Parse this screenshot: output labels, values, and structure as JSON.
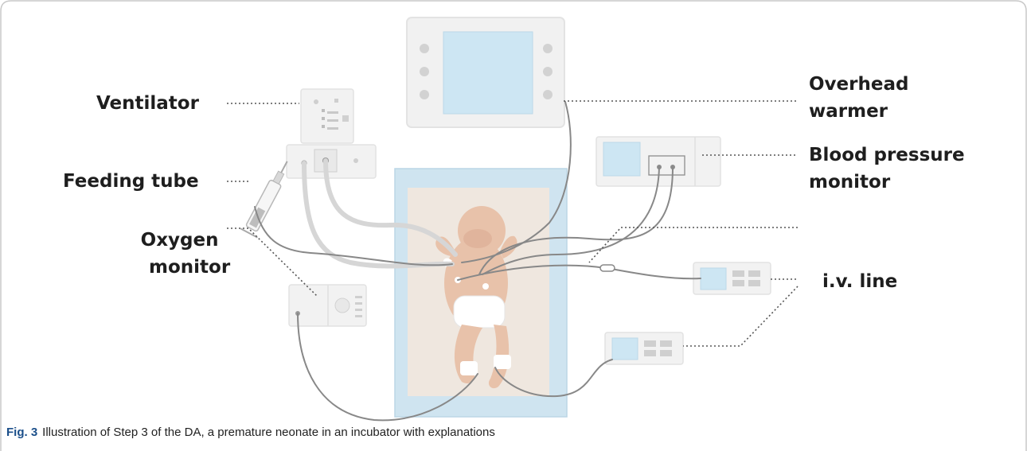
{
  "labels": {
    "ventilator": "Ventilator",
    "feeding_tube": "Feeding tube",
    "oxygen_monitor": [
      "Oxygen",
      "monitor"
    ],
    "overhead_warmer": [
      "Overhead",
      "warmer"
    ],
    "blood_pressure_monitor": [
      "Blood pressure",
      "monitor"
    ],
    "iv_line": "i.v. line"
  },
  "caption": {
    "figure": "Fig. 3",
    "text": "Illustration of Step 3 of the DA, a premature neonate in an incubator with explanations"
  },
  "colors": {
    "frame": "#c8c8c8",
    "device": "#f2f2f2",
    "device_edge": "#e2e2e2",
    "screen": "#cde6f3",
    "incubator": "#cfe4f0",
    "blanket": "#efe7df",
    "skin": "#e8c2aa",
    "tube": "#8a8a8a",
    "leader": "#555555"
  }
}
